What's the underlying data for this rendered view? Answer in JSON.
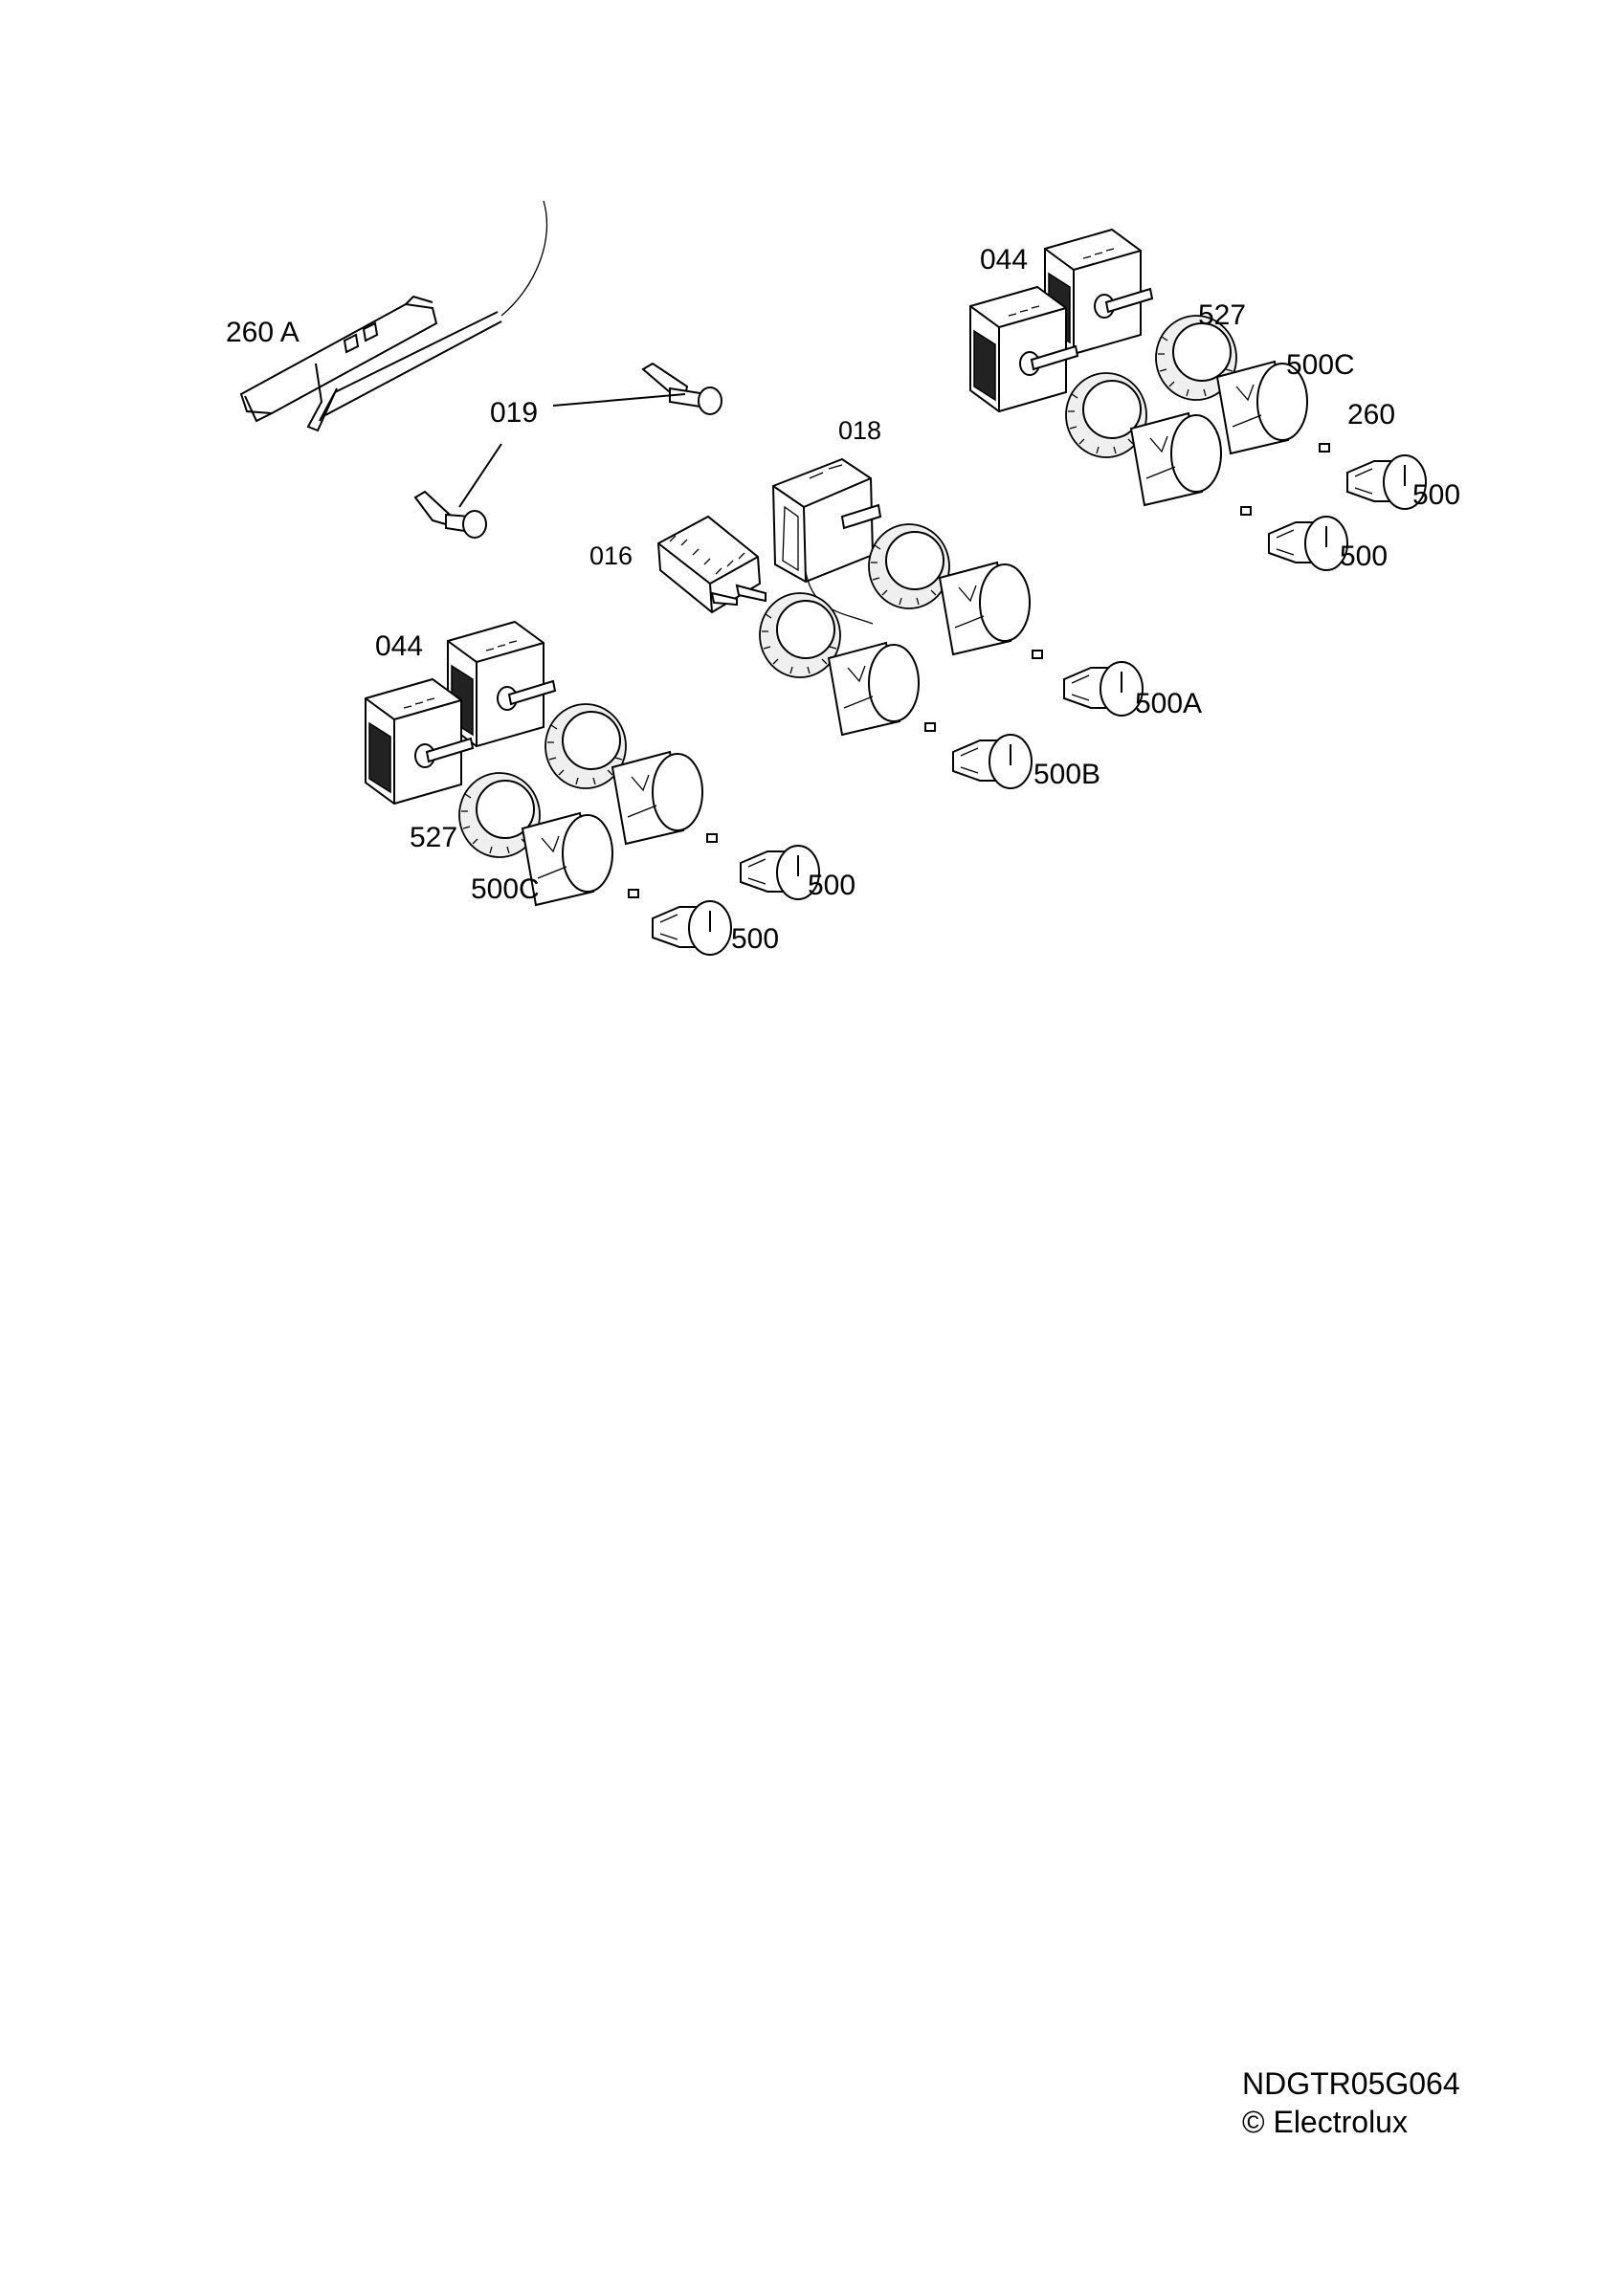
{
  "labels": {
    "l260a": "260 A",
    "l019": "019",
    "l018": "018",
    "l016": "016",
    "l044_top": "044",
    "l527_top": "527",
    "l500c_top": "500C",
    "l260": "260",
    "l500_r1": "500",
    "l500_r2": "500",
    "l500a": "500A",
    "l500b": "500B",
    "l044_left": "044",
    "l527_left": "527",
    "l500c_left": "500C",
    "l500_l1": "500",
    "l500_l2": "500"
  },
  "footer": {
    "code": "NDGTR05G064",
    "copyright": "© Electrolux"
  }
}
